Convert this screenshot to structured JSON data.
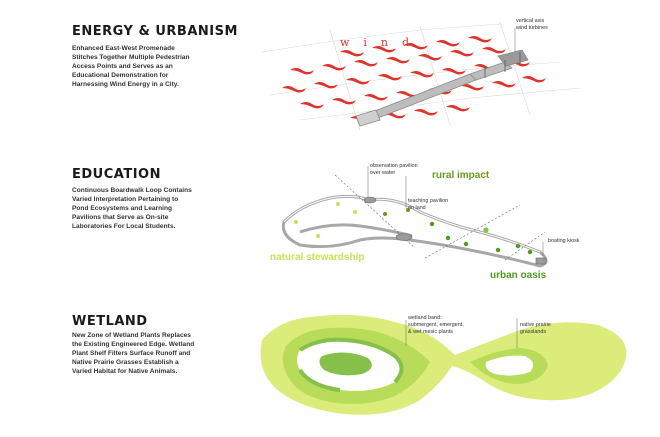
{
  "colors": {
    "wind_red": "#e0332a",
    "path_gray": "#a8a8a8",
    "rural_green": "#6a9a1c",
    "natural_green": "#c8e05a",
    "urban_green": "#4f9a20",
    "wetland_light": "#dcec7a",
    "wetland_mid": "#b8dc5a",
    "wetland_dark": "#86c04a"
  },
  "energy": {
    "title": "ENERGY & URBANISM",
    "description": "Enhanced East-West Promenade\nStitches Together Multiple Pedestrian\nAccess Points and Serves as an\nEducational Demonstration for\nHarnessing Wind Energy in a City.",
    "wind_label": "wind",
    "callout_turbines": "vertical axis\nwind turbines"
  },
  "education": {
    "title": "EDUCATION",
    "description": "Continuous Boardwalk Loop Contains\nVaried Interpretation Pertaining to\nPond Ecosystems and Learning\nPavilions that Serve as On-site\nLaboratories For Local Students.",
    "callout_observation": "observation pavilion\nover water",
    "callout_teaching": "teaching pavilion\non land",
    "callout_boating": "boating kiosk",
    "zone_rural": "rural\nimpact",
    "zone_natural": "natural\nstewardship",
    "zone_urban": "urban\noasis"
  },
  "wetland": {
    "title": "WETLAND",
    "description": "New Zone of Wetland Plants Replaces\nthe Existing Engineered Edge.  Wetland\nPlant Shelf Filters Surface Runoff and\nNative Prairie Grasses Establish a\nVaried Habitat for Native Animals.",
    "callout_band": "wetland band:\nsubmergent, emergent,\n& wet mesic plants",
    "callout_prairie": "native prairie\ngrasslands"
  }
}
